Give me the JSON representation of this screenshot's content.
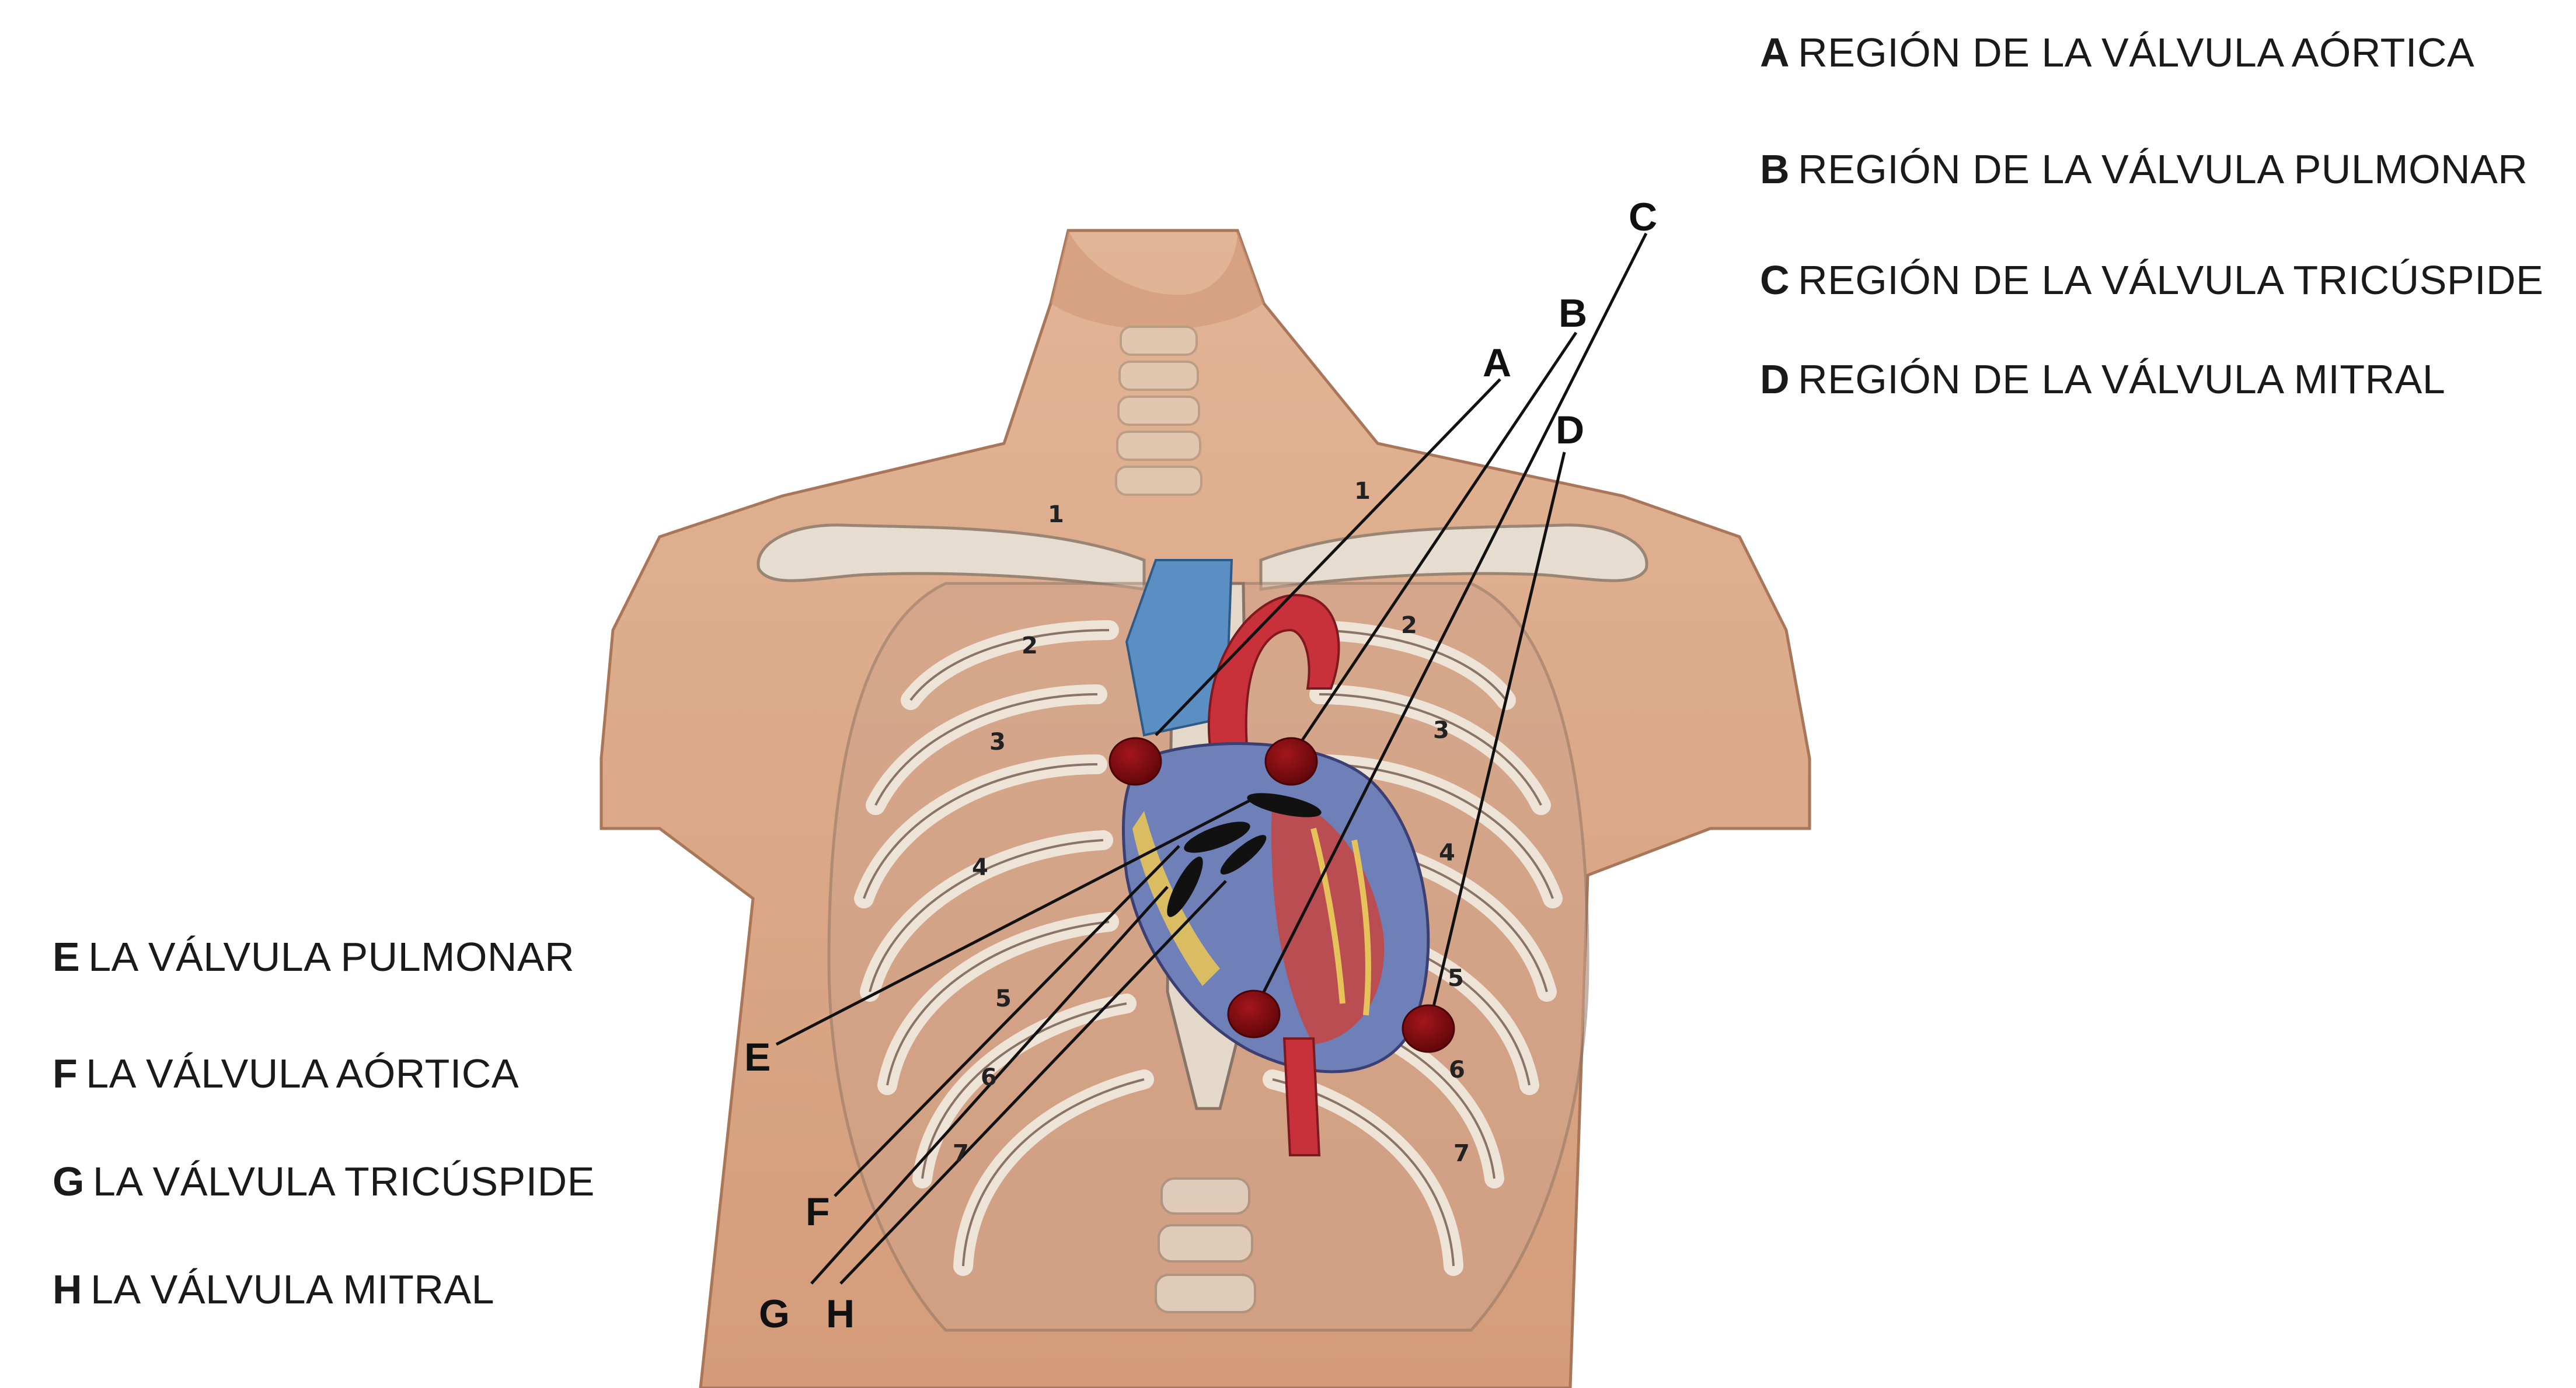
{
  "legend_right": [
    {
      "key": "A",
      "text": "REGIÓN DE LA VÁLVULA AÓRTICA"
    },
    {
      "key": "B",
      "text": "REGIÓN DE LA VÁLVULA PULMONAR"
    },
    {
      "key": "C",
      "text": "REGIÓN DE LA VÁLVULA TRICÚSPIDE"
    },
    {
      "key": "D",
      "text": "REGIÓN DE LA VÁLVULA MITRAL"
    }
  ],
  "legend_left": [
    {
      "key": "E",
      "text": "LA VÁLVULA PULMONAR"
    },
    {
      "key": "F",
      "text": "LA VÁLVULA AÓRTICA"
    },
    {
      "key": "G",
      "text": "LA VÁLVULA TRICÚSPIDE"
    },
    {
      "key": "H",
      "text": "LA VÁLVULA MITRAL"
    }
  ],
  "callouts": {
    "A": "A",
    "B": "B",
    "C": "C",
    "D": "D",
    "E": "E",
    "F": "F",
    "G": "G",
    "H": "H"
  },
  "rib_numbers": {
    "r1": "1",
    "r2": "2",
    "r3": "3",
    "r4": "4",
    "r5": "5",
    "r6": "6",
    "r7": "7",
    "l1": "1",
    "l2": "2",
    "l3": "3",
    "l4": "4",
    "l5": "5",
    "l6": "6",
    "l7": "7"
  },
  "colors": {
    "skin": "#d9a482",
    "skin_shadow": "#c08363",
    "bone": "#e6e0d4",
    "vein_blue": "#5b8fc4",
    "artery_red": "#c8303a",
    "auscultation_dot": "#7a0b10",
    "valve_mark": "#111111"
  }
}
